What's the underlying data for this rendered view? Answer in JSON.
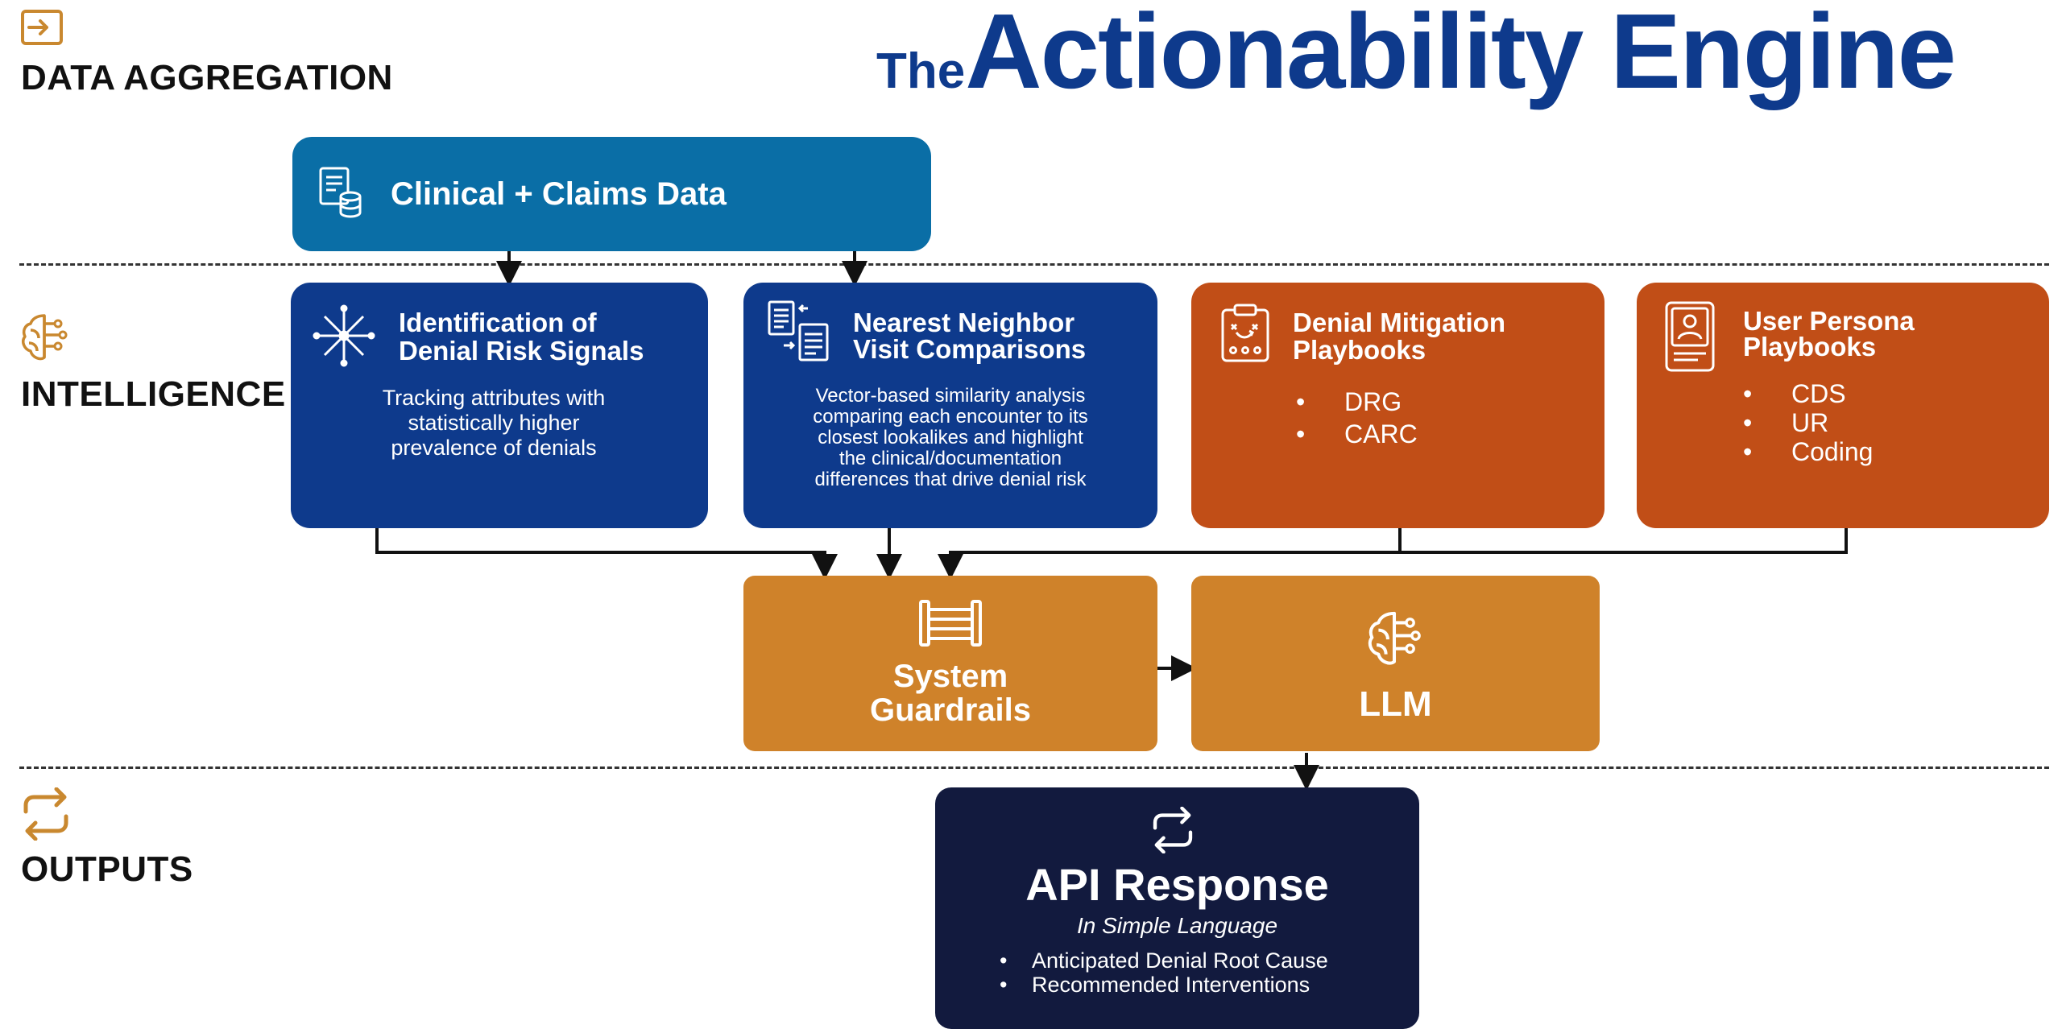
{
  "header": {
    "title_prefix": "The",
    "title_main": "Actionability Engine"
  },
  "sections": {
    "aggregation": "DATA AGGREGATION",
    "intelligence": "INTELLIGENCE",
    "outputs": "OUTPUTS"
  },
  "clinical": {
    "title": "Clinical + Claims Data"
  },
  "identification": {
    "title_line1": "Identification of",
    "title_line2": "Denial Risk Signals",
    "desc_line1": "Tracking attributes with",
    "desc_line2": "statistically higher",
    "desc_line3": "prevalence of denials"
  },
  "neighbor": {
    "title_line1": "Nearest Neighbor",
    "title_line2": "Visit Comparisons",
    "desc_line1": "Vector-based similarity analysis",
    "desc_line2": "comparing each encounter to its",
    "desc_line3": "closest lookalikes and highlight",
    "desc_line4": "the clinical/documentation",
    "desc_line5": "differences that drive denial risk"
  },
  "mitigation": {
    "title_line1": "Denial Mitigation",
    "title_line2": "Playbooks",
    "items": [
      "DRG",
      "CARC"
    ]
  },
  "persona": {
    "title_line1": "User Persona",
    "title_line2": "Playbooks",
    "items": [
      "CDS",
      "UR",
      "Coding"
    ]
  },
  "guardrails": {
    "line1": "System",
    "line2": "Guardrails"
  },
  "llm": {
    "label": "LLM"
  },
  "api": {
    "title": "API Response",
    "subtitle": "In Simple Language",
    "items": [
      "Anticipated Denial Root Cause",
      "Recommended Interventions"
    ]
  },
  "colors": {
    "title_blue": "#0e3a8c",
    "clinical_blue": "#0a6ea6",
    "navy_box": "#0e3a8c",
    "orange_box": "#c14e17",
    "amber_box": "#cf822a",
    "dark_navy": "#121a3e",
    "icon_gold": "#c9882f"
  }
}
